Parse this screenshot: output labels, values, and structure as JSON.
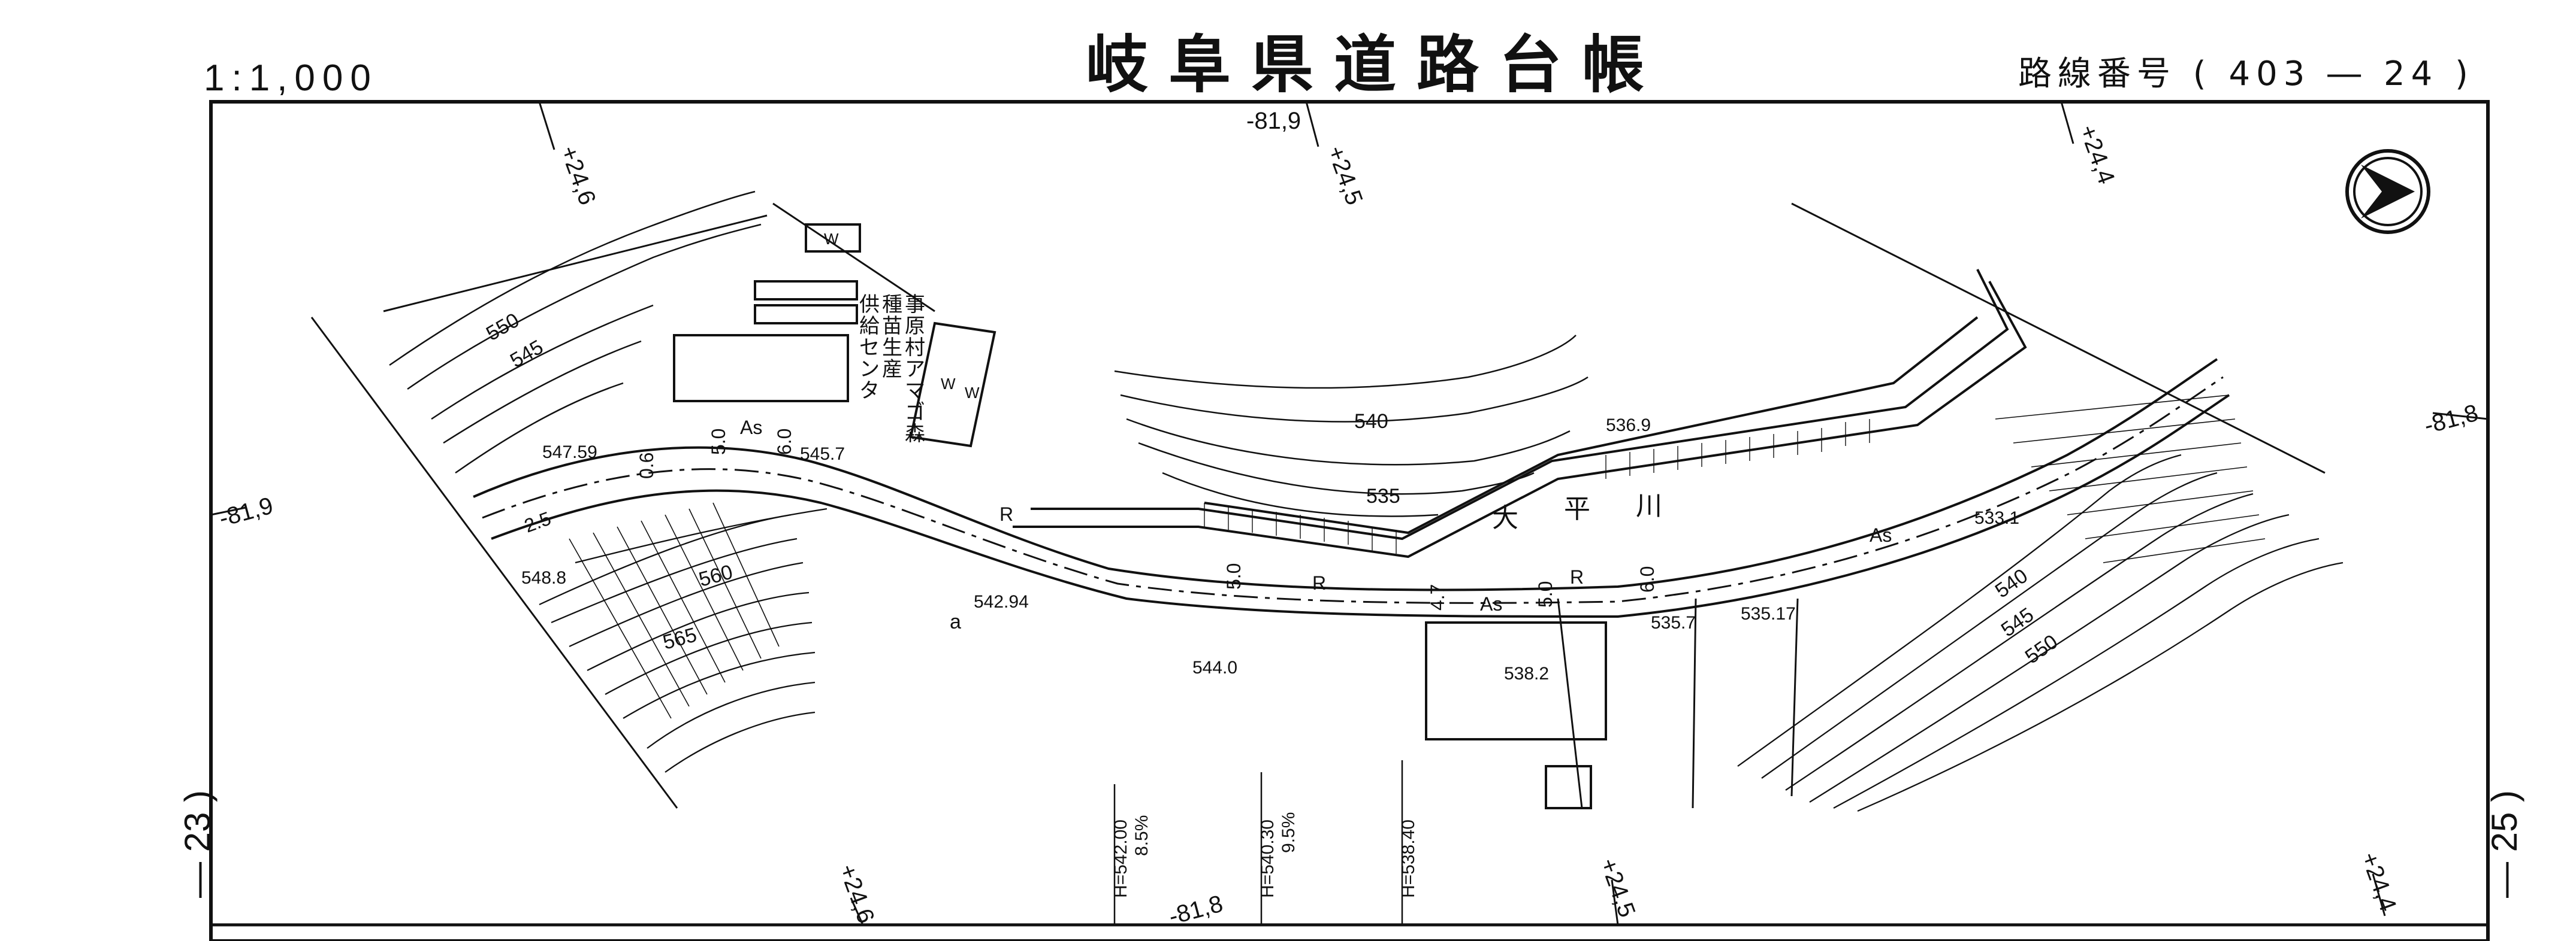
{
  "header": {
    "scale": "1:1,000",
    "title": "岐阜県道路台帳",
    "route_number": "路線番号 ( 403 ― 24 )"
  },
  "sheet_links": {
    "left": "― 23 )",
    "right": "― 25 )"
  },
  "grid_ticks": {
    "top": [
      "+24,6",
      "-81,9",
      "+24,5",
      "+24,4"
    ],
    "bottom": [
      "+24,6",
      "-81,8",
      "+24,5",
      "+24,4"
    ],
    "left": "-81,9",
    "right": "-81,8"
  },
  "contours": {
    "upper_left": [
      "550",
      "545"
    ],
    "lower_left": [
      "560",
      "565"
    ],
    "upper_middle": [
      "540",
      "535"
    ],
    "lower_right": [
      "540",
      "545",
      "550"
    ]
  },
  "spot_heights": [
    "547.59",
    "545.7",
    "548.8",
    "542.94",
    "544.0",
    "538.2",
    "536.9",
    "533.1",
    "535.7",
    "535.17"
  ],
  "facility_label": [
    "事",
    "原",
    "村",
    "ア",
    "マ",
    "ゴ",
    "森",
    "種",
    "苗",
    "生",
    "産",
    "供",
    "給",
    "セ",
    "ン",
    "タ"
  ],
  "facility_columns": [
    "事原村アマゴ森",
    "種苗生産",
    "供給センタ"
  ],
  "river_label": [
    "大",
    "平",
    "川"
  ],
  "road_codes": [
    "As",
    "R",
    "5.0",
    "6.0",
    "4.7",
    "2.5",
    "0.6"
  ],
  "elevation_notes": [
    {
      "height": "H=542.00",
      "grade": "8.5%"
    },
    {
      "height": "H=540.30",
      "grade": "9.5%"
    },
    {
      "height": "H=538.40",
      "grade": ""
    }
  ],
  "symbols": {
    "north_arrow": "north-arrow-icon",
    "building_mark": "W",
    "marker_a": "a"
  }
}
